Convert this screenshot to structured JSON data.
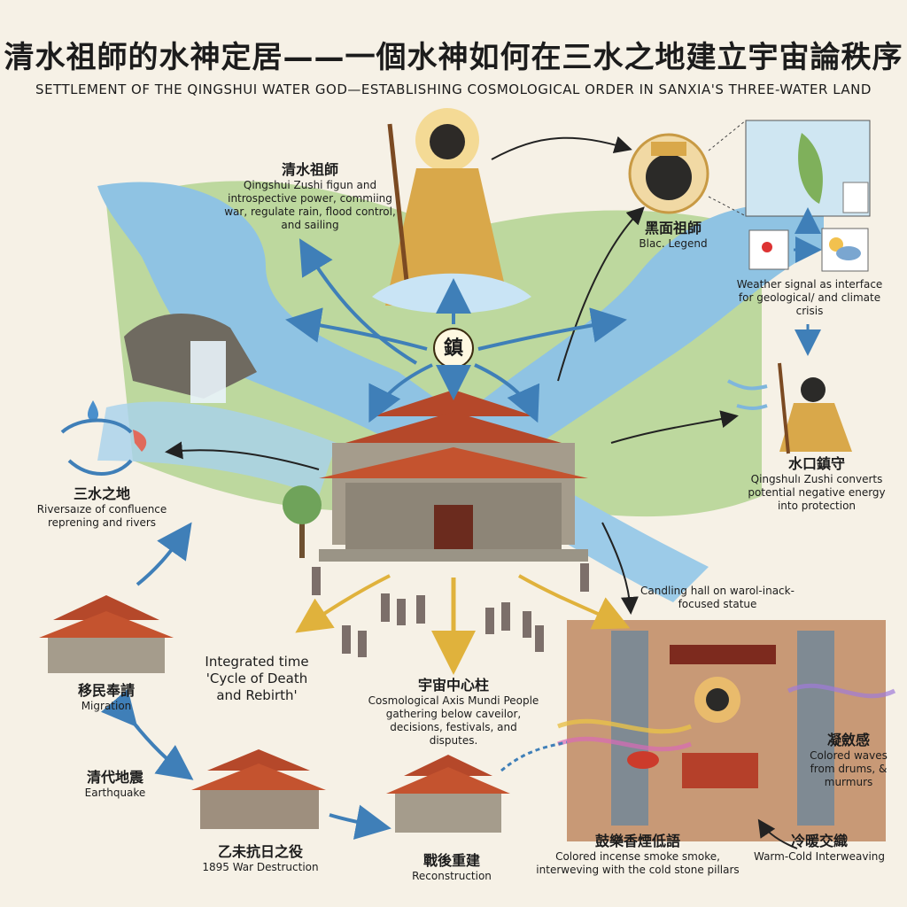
{
  "header": {
    "title_zh": "清水祖師的水神定居——一個水神如何在三水之地建立宇宙論秩序",
    "title_en": "SETTLEMENT OF THE QINGSHUI WATER GOD—ESTABLISHING COSMOLOGICAL ORDER IN SANXIA'S THREE-WATER LAND"
  },
  "center": {
    "seal": "鎮"
  },
  "nodes": {
    "zushi": {
      "zh": "清水祖師",
      "en": "Qingshui Zushi figun and introspective power, commiing war, regulate rain, flood control, and sailing"
    },
    "black": {
      "zh": "黑面祖師",
      "en": "Blac. Legend"
    },
    "weather": {
      "en": "Weather signal as interface for geological/ and climate crisis"
    },
    "guard": {
      "zh": "水口鎮守",
      "en": "Qingshulı Zushi converts potential negative energy into protection"
    },
    "sanshui": {
      "zh": "三水之地",
      "en": "Riversaıze of confluence reprening and rivers"
    },
    "time": {
      "en": "Integrated time 'Cycle of Death and Rebirth'"
    },
    "axis": {
      "zh": "宇宙中心柱",
      "en": "Cosmological Axis Mundi People gathering below caveilor, decisions, festivals, and disputes."
    },
    "hall": {
      "en": "Candling hall on warol-inack-focused statue"
    },
    "migration": {
      "zh": "移民奉請",
      "en": "Migration"
    },
    "earthquake": {
      "zh": "清代地震",
      "en": "Earthquake"
    },
    "war": {
      "zh": "乙未抗日之役",
      "en": "1895 War Destruction"
    },
    "recon": {
      "zh": "戰後重建",
      "en": "Reconstruction"
    },
    "drums": {
      "zh": "鼓樂香煙低語",
      "en": "Colored incense smoke smoke, interweving with the cold stone pillars"
    },
    "ning": {
      "zh": "凝斂感",
      "en": "Colored waves from drums, & murmurs"
    },
    "warmcold": {
      "zh": "冷暖交織",
      "en": "Warm-Cold Interweaving"
    }
  },
  "colors": {
    "river": "#7fb6dc",
    "land": "#a9cf86",
    "roof": "#b5482a",
    "gold": "#d9a84a"
  }
}
